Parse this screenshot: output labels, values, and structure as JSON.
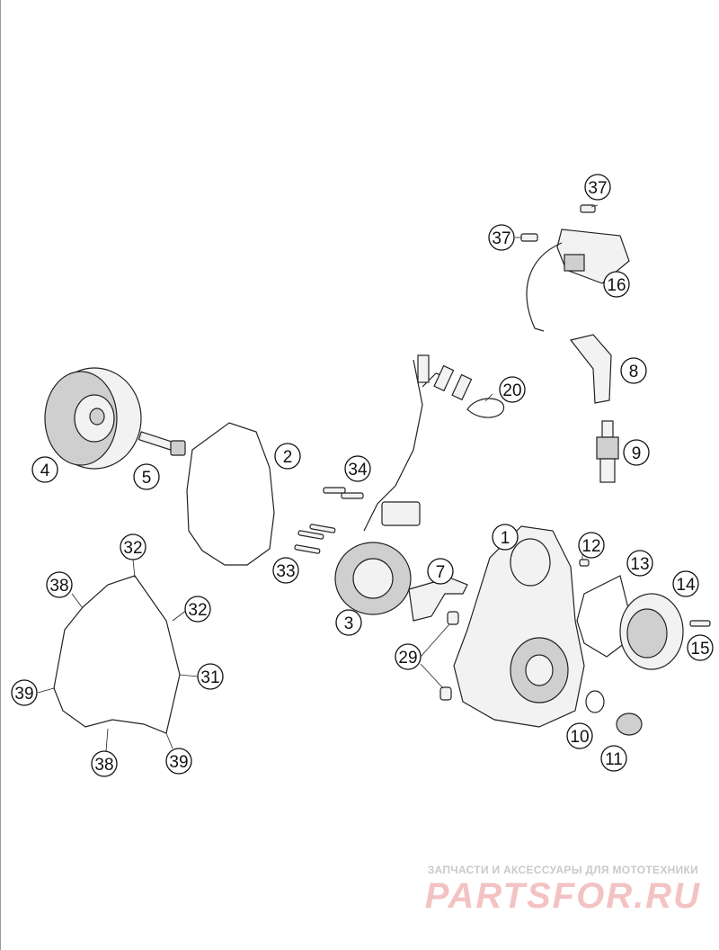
{
  "watermark": {
    "subtitle": "ЗАПЧАСТИ И АКСЕССУАРЫ ДЛЯ МОТОТЕХНИКИ",
    "logo": "PARTSFOR.RU",
    "accent_color": "#f3c3c3"
  },
  "callouts": {
    "c1": "1",
    "c2": "2",
    "c3": "3",
    "c4": "4",
    "c5": "5",
    "c7": "7",
    "c8": "8",
    "c9": "9",
    "c10": "10",
    "c11": "11",
    "c12": "12",
    "c13": "13",
    "c14": "14",
    "c15": "15",
    "c16": "16",
    "c20": "20",
    "c29": "29",
    "c31": "31",
    "c32a": "32",
    "c32b": "32",
    "c33": "33",
    "c34": "34",
    "c37a": "37",
    "c37b": "37",
    "c38a": "38",
    "c38b": "38",
    "c39a": "39",
    "c39b": "39"
  }
}
